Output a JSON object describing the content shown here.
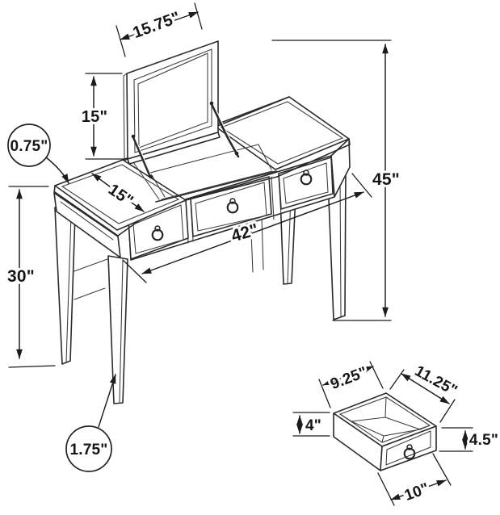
{
  "canvas": {
    "background": "#ffffff",
    "line_color": "#2b2b2b",
    "dimension_color": "#1c1c1c",
    "text_color": "#161616"
  },
  "drawing": {
    "type": "furniture-dimension-diagram",
    "subject": "flip-top vanity table with mirror and drawer detail"
  },
  "vanity_dimensions": {
    "mirror_lid_width": "15.75\"",
    "mirror_lid_height": "15\"",
    "top_thickness": "0.75\"",
    "side_top_depth": "15\"",
    "overall_height": "45\"",
    "overall_width": "42\"",
    "table_height": "30\"",
    "leg_thickness": "1.75\""
  },
  "drawer_dimensions": {
    "inner_width": "9.25\"",
    "inner_depth": "11.25\"",
    "inner_height": "4\"",
    "front_height": "4.5\"",
    "front_width": "10\""
  }
}
